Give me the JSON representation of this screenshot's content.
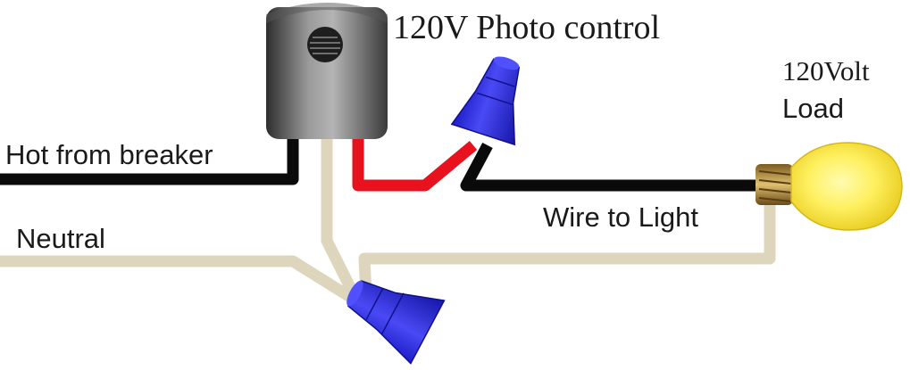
{
  "diagram": {
    "title": "120V Photo control",
    "load_label_line1": "120Volt",
    "load_label_line2": "Load",
    "hot_label": "Hot from breaker",
    "wire_label": "Wire to Light",
    "neutral_label": "Neutral"
  },
  "colors": {
    "hot_wire": "#0a0a0a",
    "neutral_wire": "#ddd6bd",
    "red_wire": "#e8121e",
    "wire_nut": "#2a2ae0",
    "bulb_glass": "#ffee40",
    "bulb_base": "#b8963a",
    "control_body": "#7a7a7a"
  },
  "icons": {
    "photo_control": "photo-control-device",
    "wire_nut": "twist-on-wire-connector",
    "bulb": "light-bulb"
  }
}
